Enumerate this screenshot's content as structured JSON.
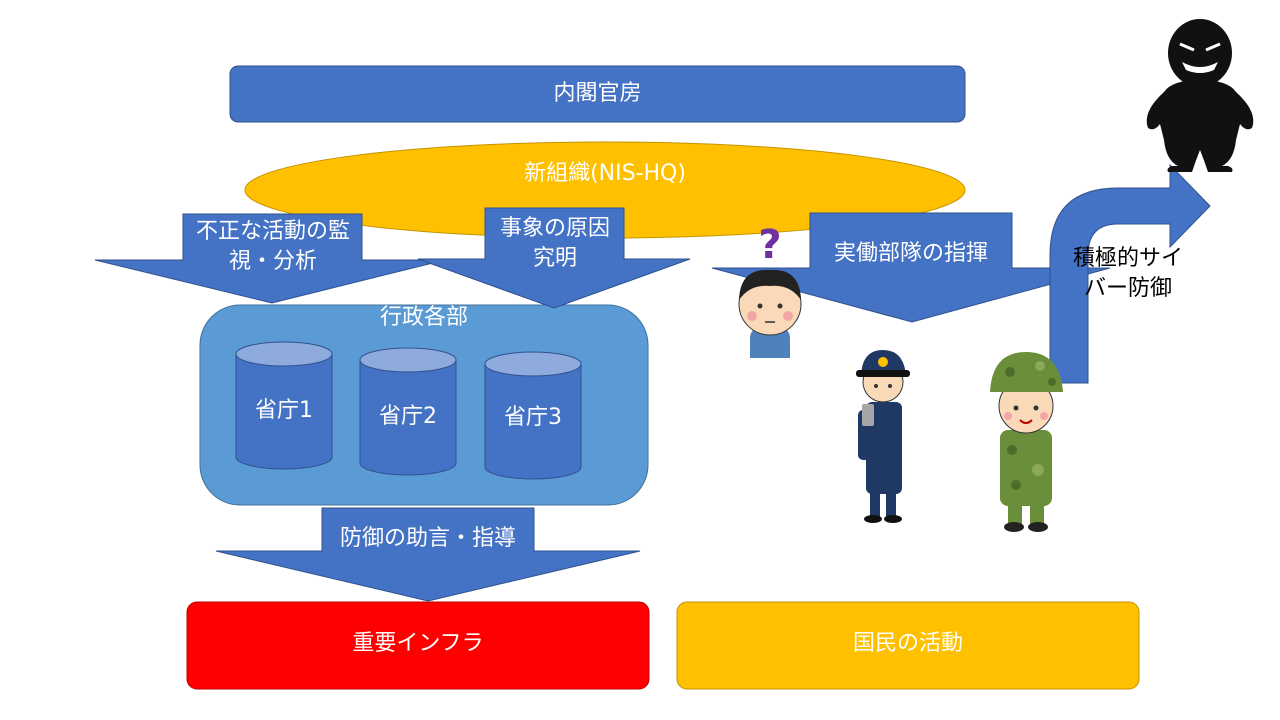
{
  "nodes": {
    "cabinet": "内閣官房",
    "new_org": "新組織(NIS-HQ)",
    "admin_depts": "行政各部",
    "ministries": [
      "省庁1",
      "省庁2",
      "省庁3"
    ],
    "critical_infra": "重要インフラ",
    "citizens": "国民の活動"
  },
  "arrows": {
    "monitor": "不正な活動の監視・分析",
    "cause": "事象の原因究明",
    "command": "実働部隊の指揮",
    "defense_advice": "防御の助言・指導",
    "active_defense": "積極的サイバー防御"
  },
  "colors": {
    "blue": "#4472C4",
    "light_blue": "#5B9BD5",
    "cylinder_top": "#8FAADC",
    "yellow": "#FFC000",
    "red": "#FF0000"
  },
  "icons": [
    "confused-man-icon",
    "police-officer-icon",
    "soldier-icon",
    "hacker-icon"
  ]
}
